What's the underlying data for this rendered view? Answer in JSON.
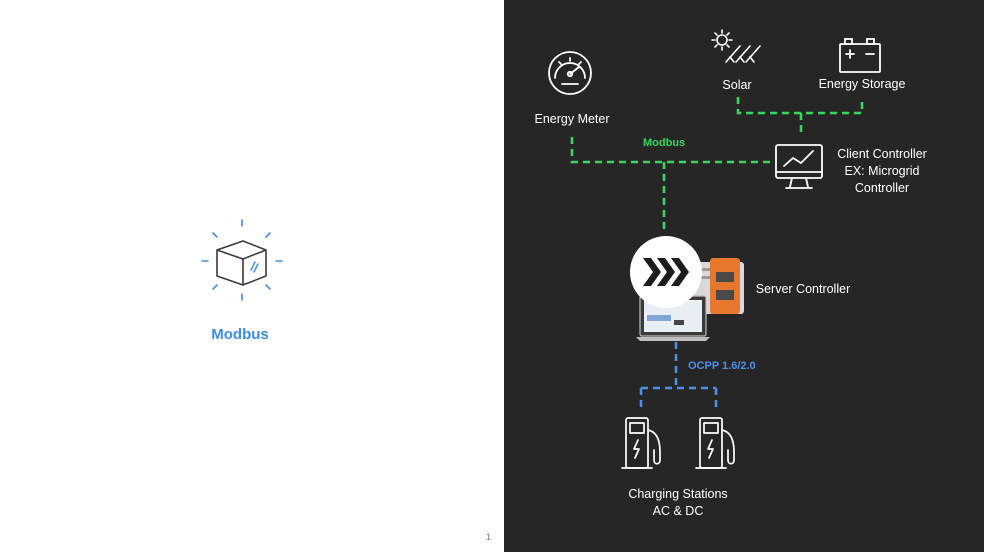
{
  "left": {
    "title": "Modbus",
    "page_number": "1",
    "icon": "cube-glow-icon"
  },
  "diagram": {
    "nodes": {
      "energy_meter": {
        "label": "Energy Meter",
        "icon": "gauge-icon"
      },
      "solar": {
        "label": "Solar",
        "icon": "solar-panel-icon"
      },
      "energy_storage": {
        "label": "Energy Storage",
        "icon": "battery-icon"
      },
      "client_controller": {
        "line1": "Client Controller",
        "line2": "EX: Microgrid",
        "line3": "Controller",
        "icon": "monitor-chart-icon"
      },
      "server_controller": {
        "label": "Server Controller",
        "icon": "server-controller-icon"
      },
      "charging_stations": {
        "line1": "Charging Stations",
        "line2": "AC & DC",
        "icon": "ev-charger-icon"
      }
    },
    "protocols": {
      "modbus": "Modbus",
      "ocpp": "OCPP 1.6/2.0"
    },
    "colors": {
      "background": "#262626",
      "modbus_line": "#3ad45e",
      "ocpp_line": "#4a90e8",
      "accent_blue": "#3a8ee6",
      "orange_device": "#e8772e"
    }
  }
}
